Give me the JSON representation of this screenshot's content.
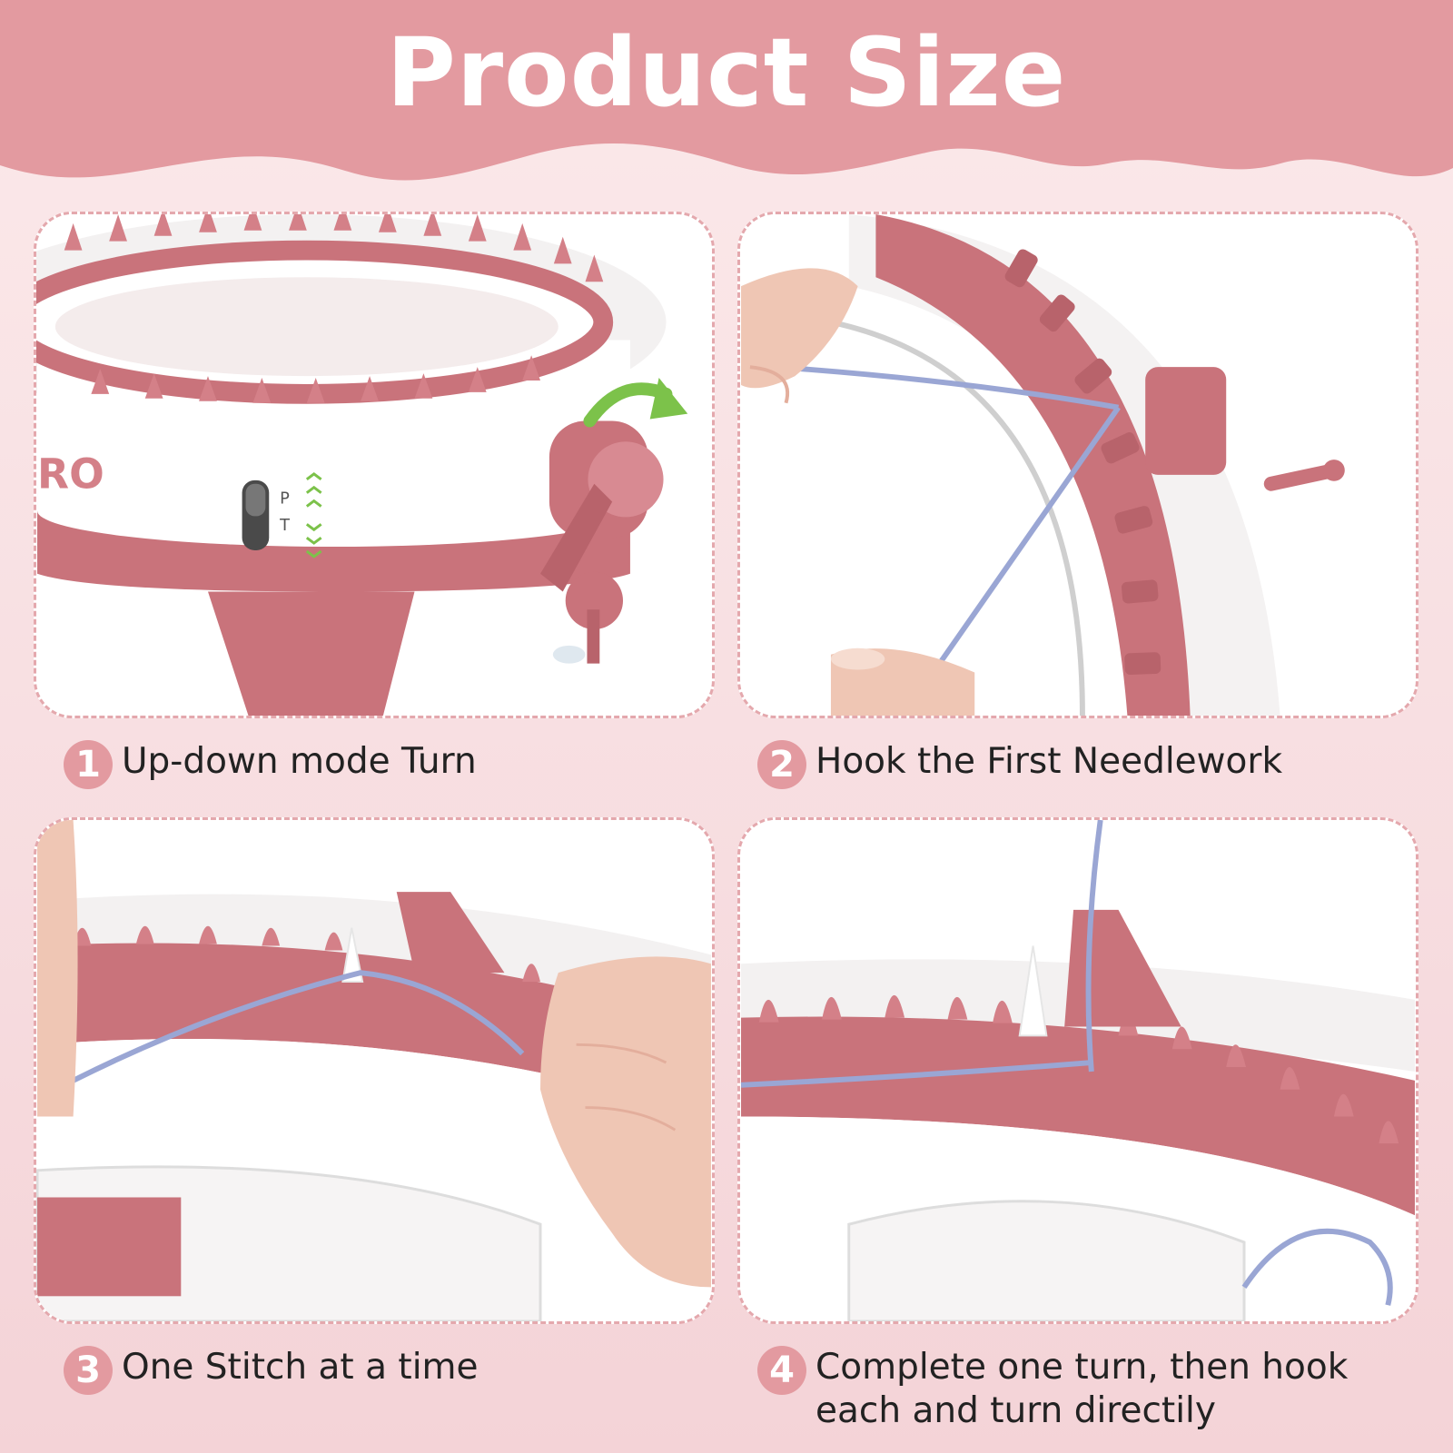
{
  "header": {
    "title": "Product Size"
  },
  "steps": [
    {
      "number": "1",
      "caption": "Up-down mode Turn"
    },
    {
      "number": "2",
      "caption": "Hook the First Needlework"
    },
    {
      "number": "3",
      "caption": "One Stitch at a time"
    },
    {
      "number": "4",
      "caption_line1": "Complete one turn, then hook",
      "caption_line2": "each and turn directily"
    }
  ],
  "photos": {
    "panel_1": {
      "subject": "knitting-machine-crank",
      "switch_labels": [
        "P",
        "T"
      ],
      "logo_fragment": "RO",
      "arrow_color": "#7cc24a"
    },
    "panel_2": {
      "subject": "hand-hooking-yarn"
    },
    "panel_3": {
      "subject": "hand-guiding-yarn-over-needles"
    },
    "panel_4": {
      "subject": "yarn-hooked-on-needles"
    }
  },
  "colors": {
    "banner": "#e39aa0",
    "badge": "#e39aa0",
    "machine_pink": "#c9737b",
    "machine_white": "#ffffff",
    "yarn": "#9aa6d4",
    "background": "#fbe9ea"
  }
}
